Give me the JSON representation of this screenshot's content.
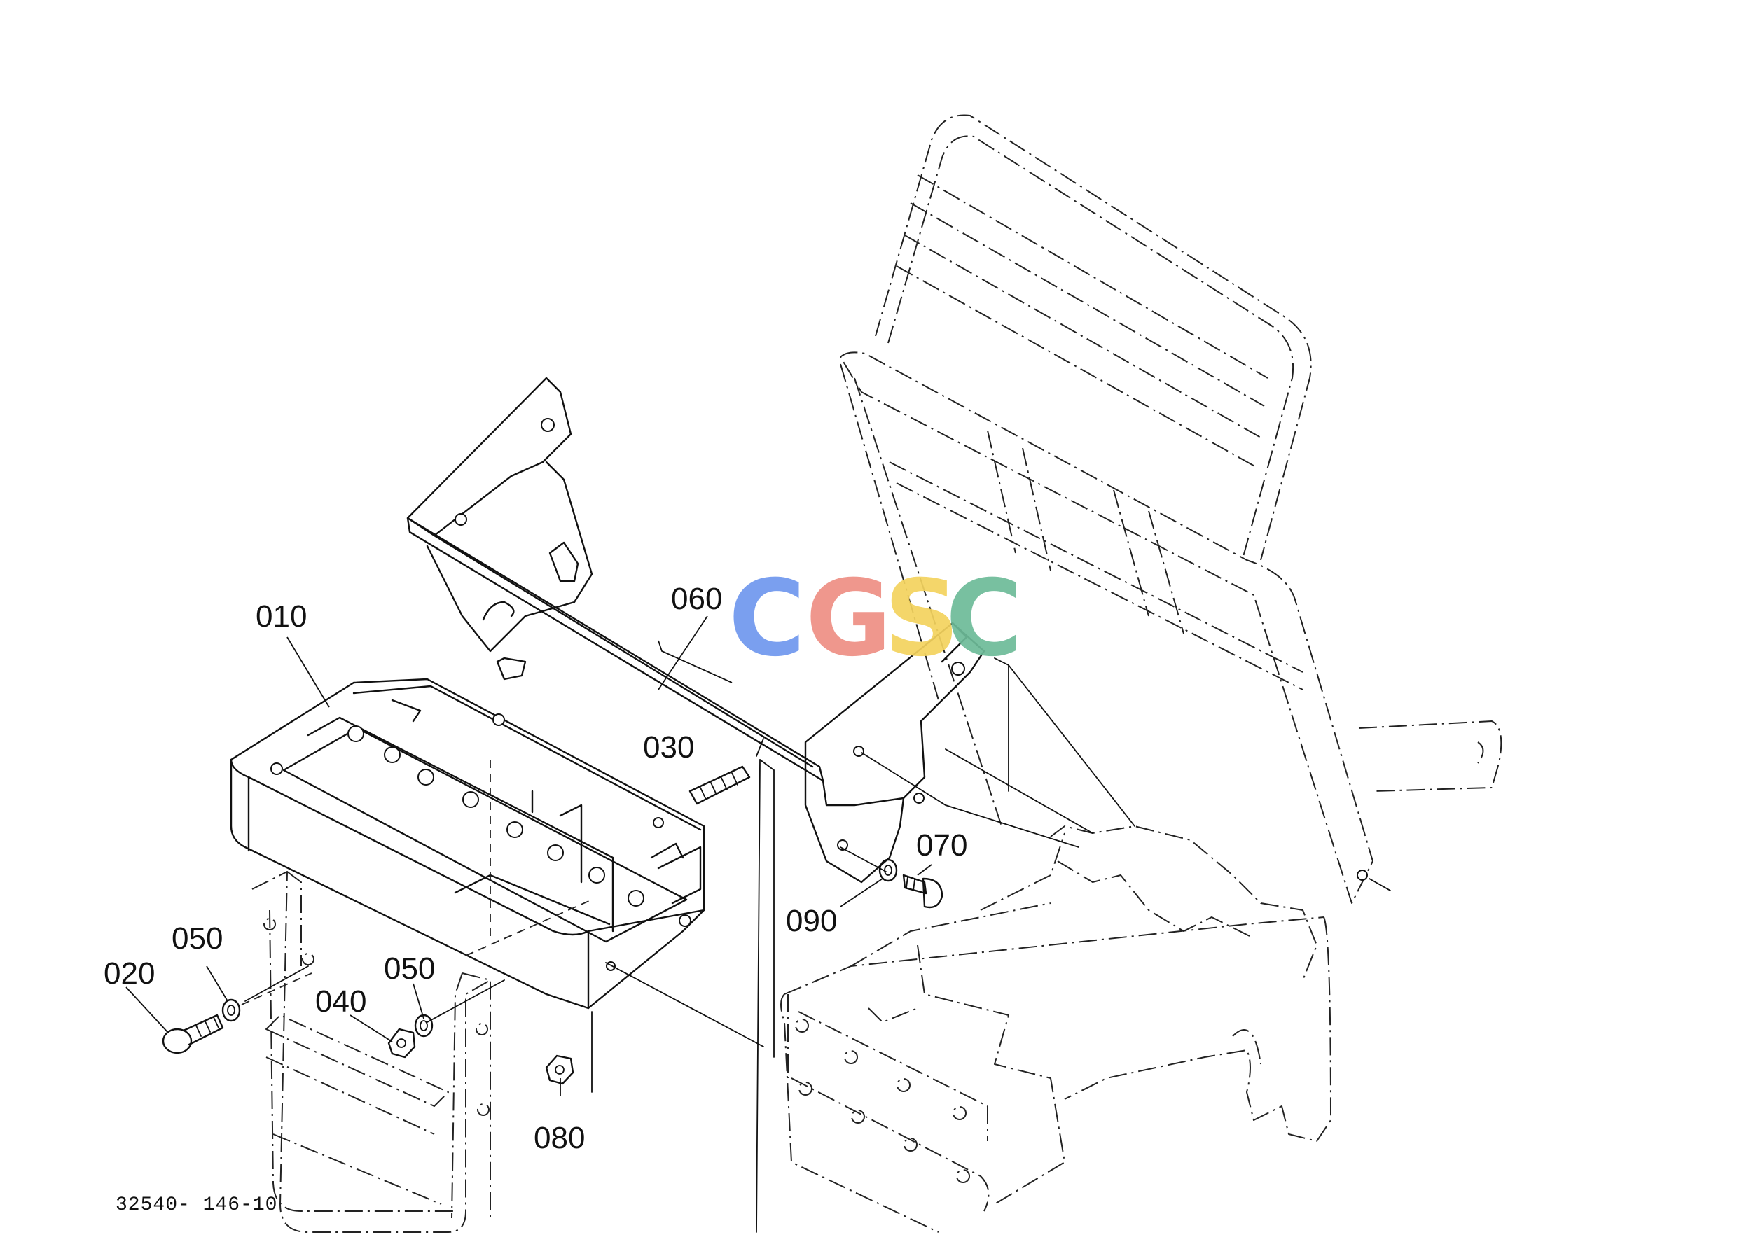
{
  "diagram": {
    "drawing_number": "32540- 146-10",
    "watermark": {
      "letters": [
        {
          "char": "C",
          "color": "#6f97ee"
        },
        {
          "char": "G",
          "color": "#ee8f84"
        },
        {
          "char": "S",
          "color": "#f4d35e"
        },
        {
          "char": "C",
          "color": "#6dbb98"
        }
      ]
    },
    "callouts": {
      "c010": "010",
      "c020": "020",
      "c030": "030",
      "c040": "040",
      "c050a": "050",
      "c050b": "050",
      "c060": "060",
      "c070": "070",
      "c080": "080",
      "c090": "090"
    }
  }
}
